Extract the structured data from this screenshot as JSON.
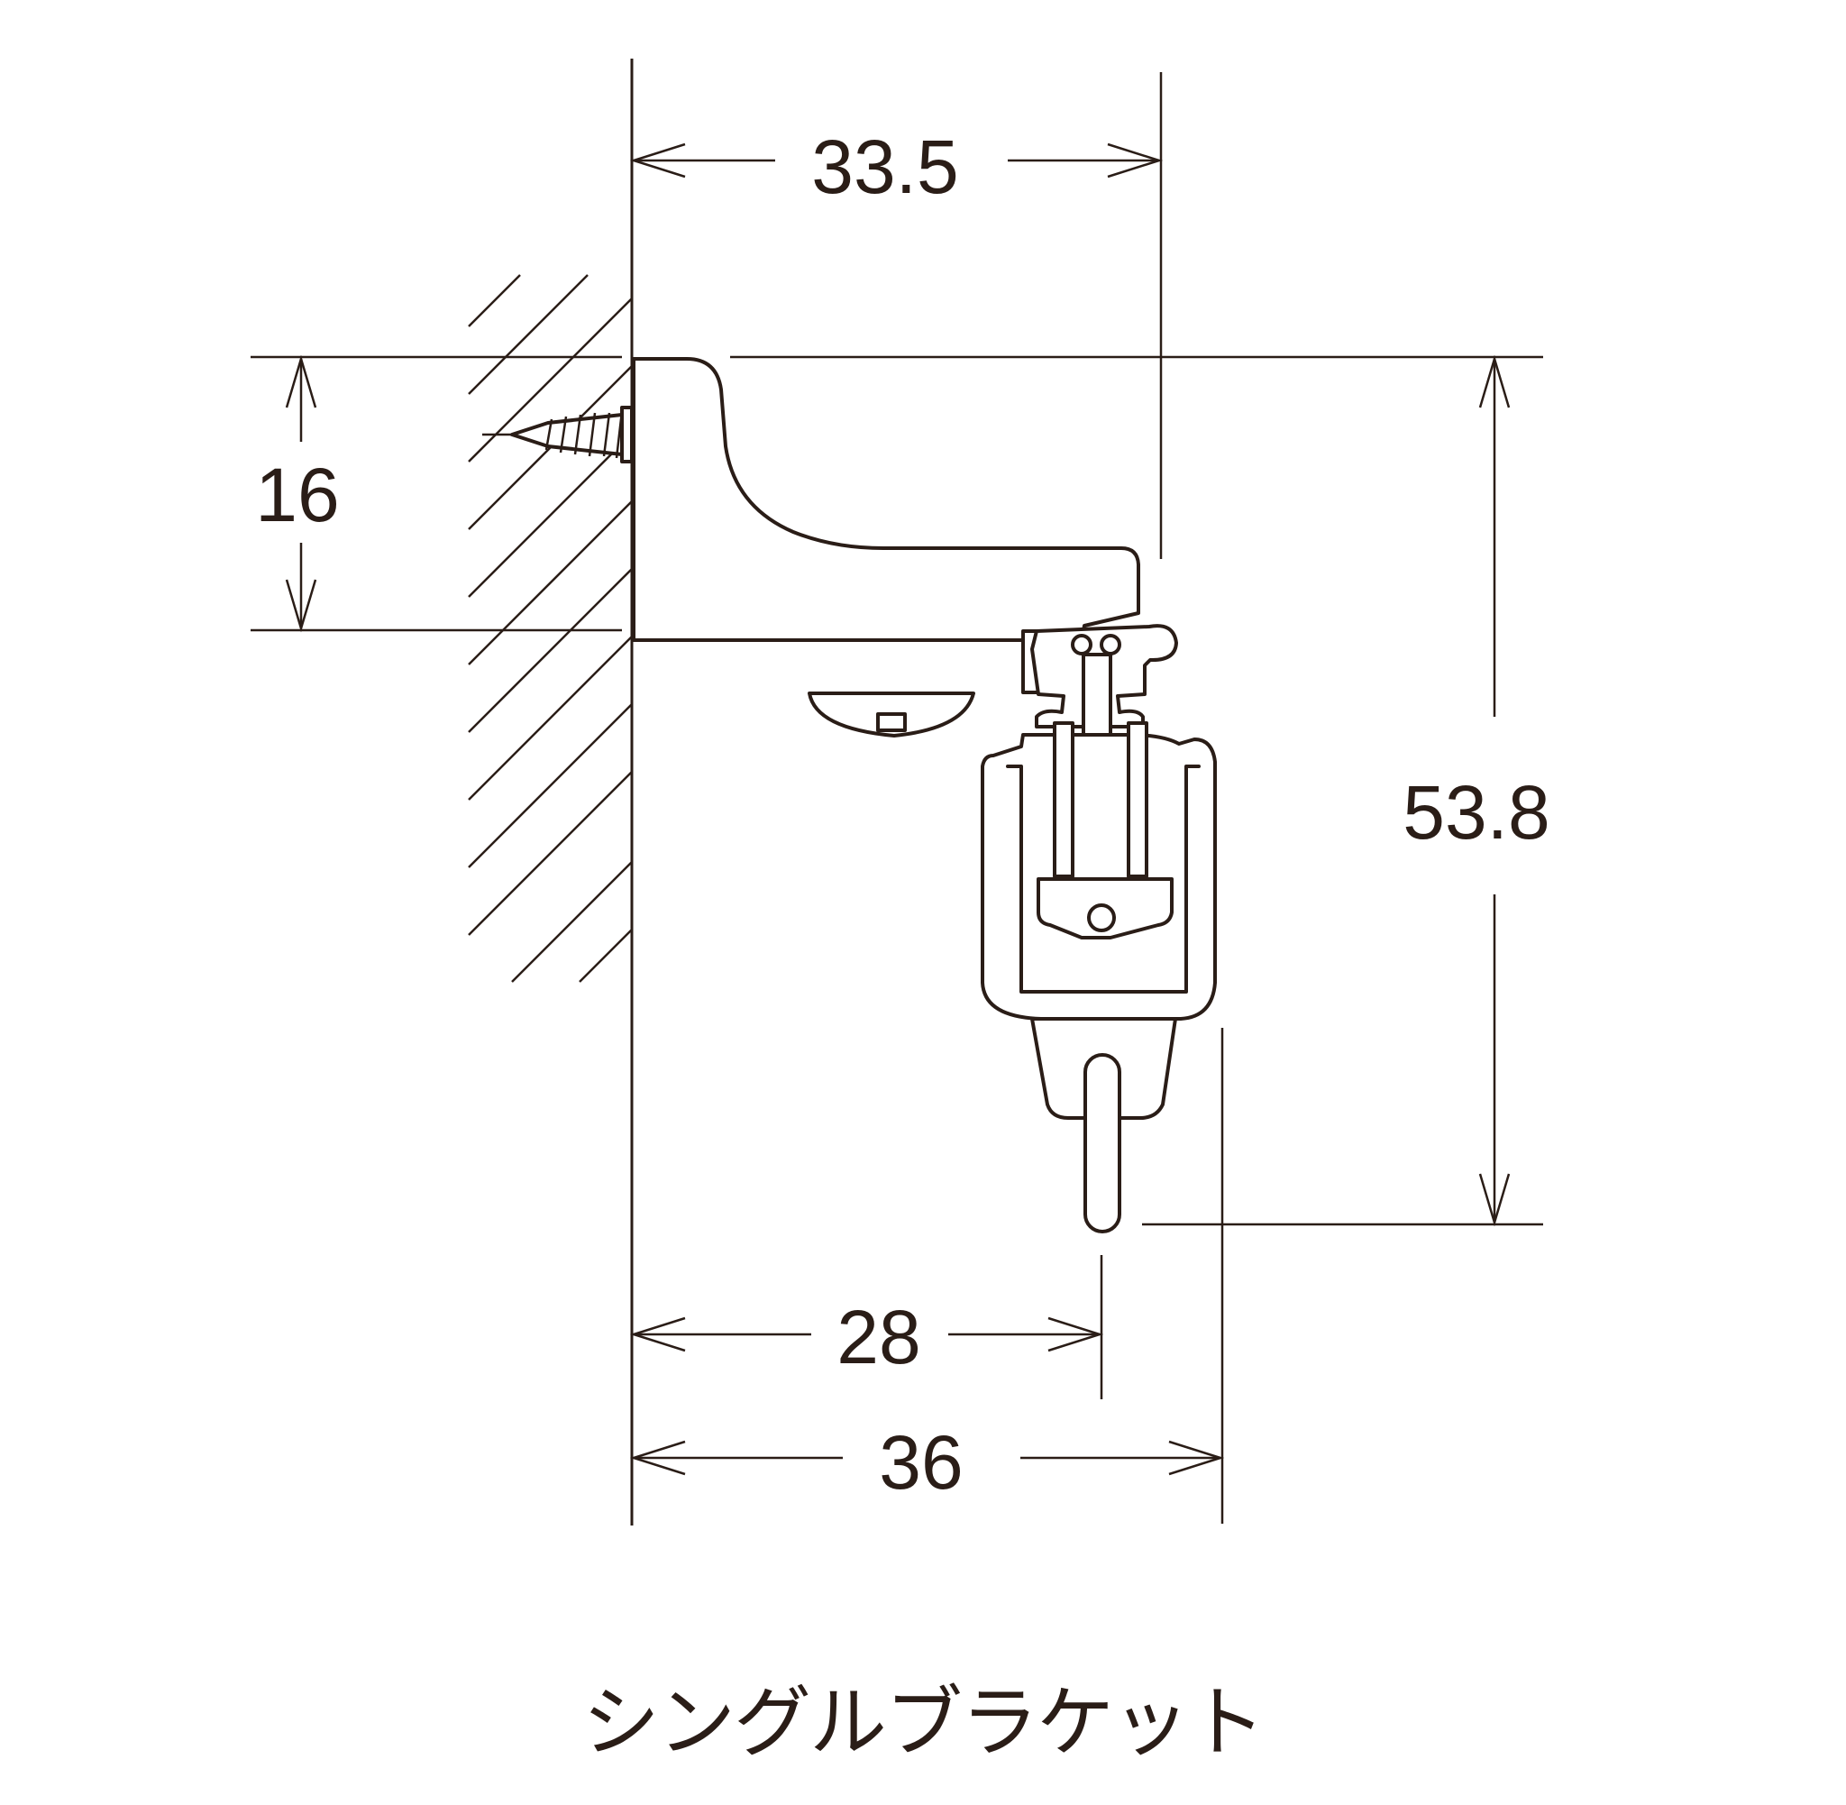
{
  "dimensions": {
    "bracket_depth": "33.5",
    "bracket_height": "16",
    "total_height": "53.8",
    "hook_offset": "28",
    "total_depth": "36"
  },
  "caption": "シングルブラケット",
  "colors": {
    "line": "#2a1d17",
    "background": "#ffffff"
  }
}
